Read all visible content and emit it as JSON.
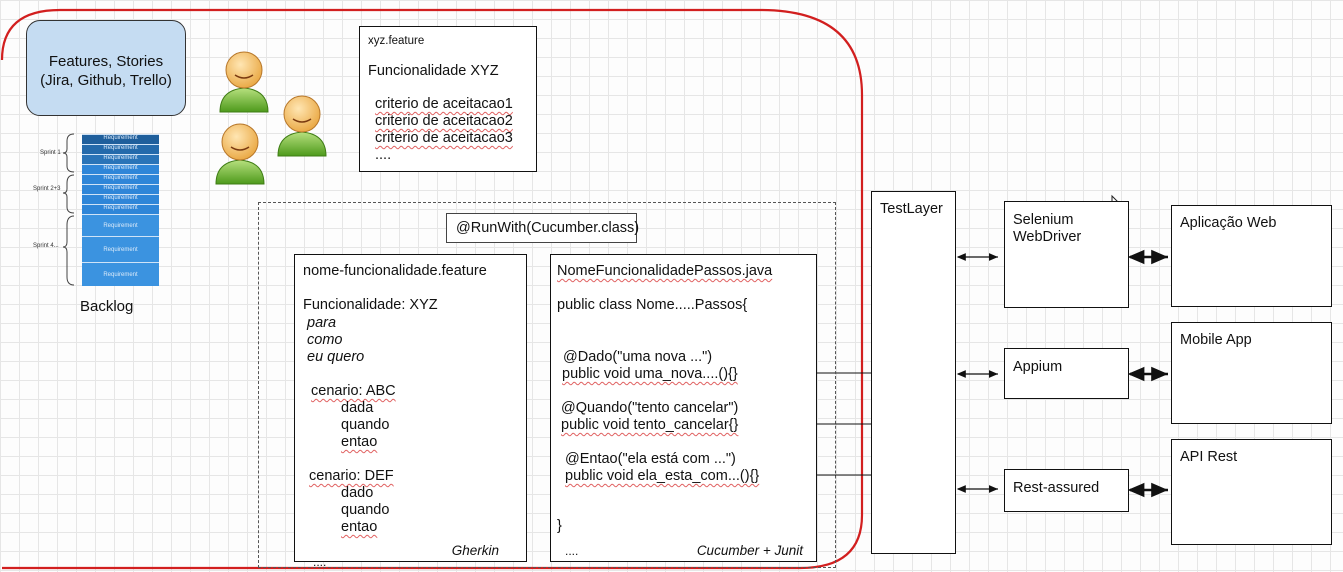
{
  "features_box": {
    "line1": "Features, Stories",
    "line2": "(Jira, Github, Trello)"
  },
  "backlog": {
    "label": "Backlog",
    "sprints": [
      "Sprint 1",
      "Sprint 2+3",
      "Sprint 4..."
    ],
    "requirement_label": "Requirement"
  },
  "feature_file": {
    "filename": "xyz.feature",
    "title": "Funcionalidade XYZ",
    "criteria": [
      "criterio de aceitacao1",
      "criterio de aceitacao2",
      "criterio de aceitacao3",
      "...."
    ]
  },
  "runwith": "@RunWith(Cucumber.class)",
  "gherkin_box": {
    "filename": "nome-funcionalidade.feature",
    "lines": [
      "Funcionalidade: XYZ",
      "para",
      "como",
      "eu quero",
      "cenario: ABC",
      "dada",
      "quando",
      "entao",
      "cenario: DEF",
      "dado",
      "quando",
      "entao",
      "...."
    ],
    "footer": "Gherkin"
  },
  "java_box": {
    "filename": "NomeFuncionalidadePassos.java",
    "class_decl": "public class Nome.....Passos{",
    "steps": [
      {
        "annotation": "@Dado(\"uma nova ...\")",
        "method": "public void uma_nova....(){}"
      },
      {
        "annotation": "@Quando(\"tento cancelar\")",
        "method": "public void tento_cancelar{}"
      },
      {
        "annotation": "@Entao(\"ela está com ...\")",
        "method": "public void ela_esta_com...(){}"
      }
    ],
    "closing": "}",
    "dots": "....",
    "footer": "Cucumber + Junit"
  },
  "testlayer": "TestLayer",
  "drivers": [
    "Selenium WebDriver",
    "Appium",
    "Rest-assured"
  ],
  "targets": [
    "Aplicação Web",
    "Mobile App",
    "API Rest"
  ],
  "colors": {
    "frame_red": "#d21f1f",
    "features_fill": "#c5dcf2",
    "backlog_blue": "#2f86d8"
  }
}
